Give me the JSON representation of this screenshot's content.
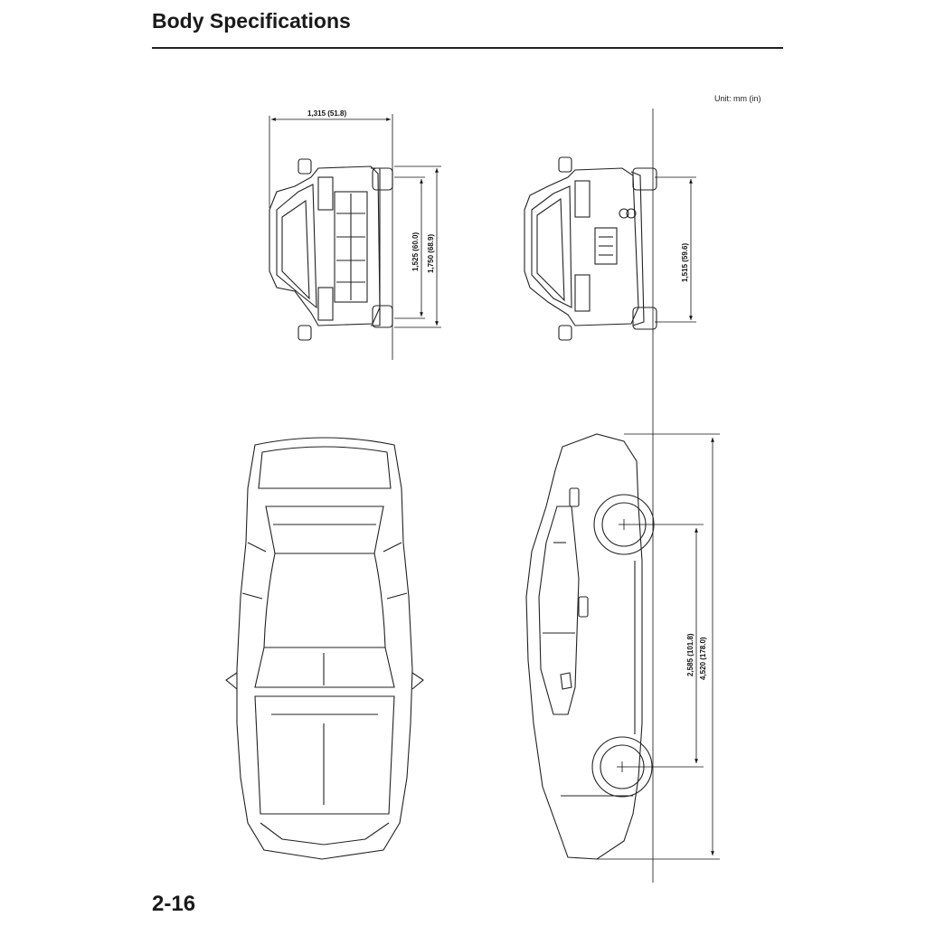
{
  "header": {
    "title": "Body Specifications"
  },
  "unit_note": "Unit: mm (in)",
  "dimensions": {
    "width_top": "1,315 (51.8)",
    "front_tread": "1,525 (60.0)",
    "overall_width": "1,750 (68.9)",
    "rear_tread": "1,515 (59.6)",
    "wheelbase": "2,585 (101.8)",
    "overall_length": "4,520 (178.0)"
  },
  "footer": {
    "page_number": "2-16"
  }
}
